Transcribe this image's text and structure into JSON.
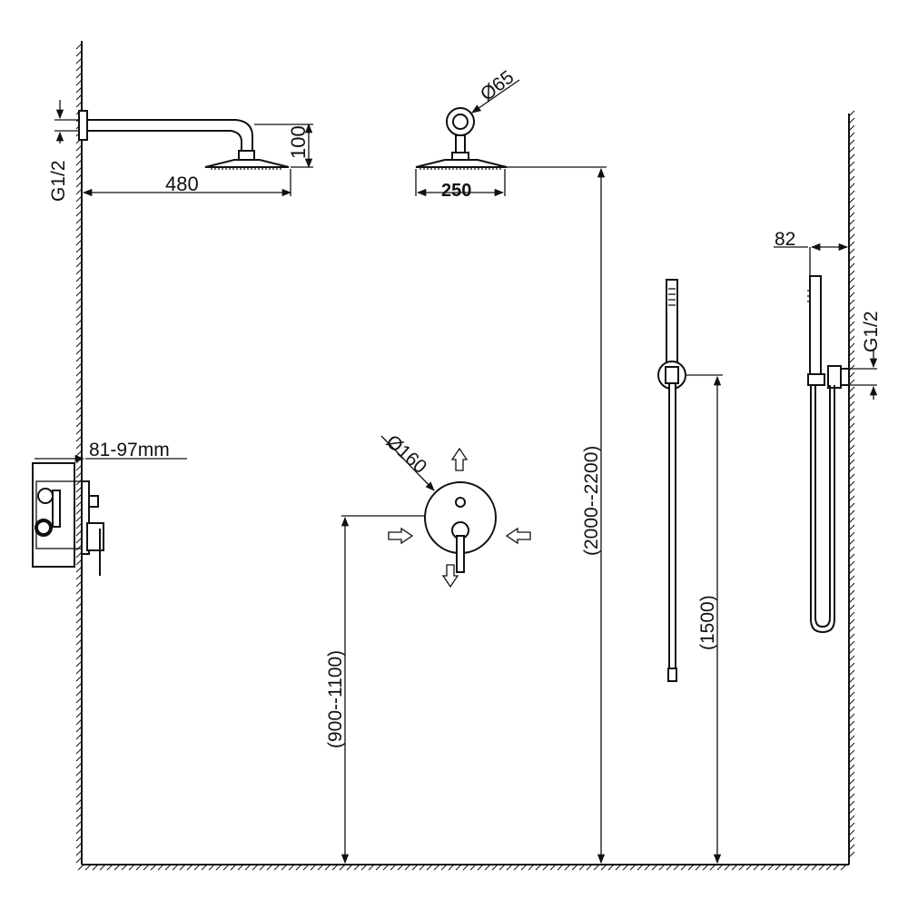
{
  "drawing": {
    "dimensions": {
      "arm_length": "480",
      "arm_drop": "100",
      "wall_thread_left": "G1/2",
      "head_diameter": "250",
      "arm_flange_diameter": "Ø65",
      "head_height": "(2000--2200)",
      "valve_diameter": "Ø160",
      "valve_height": "(900--1100)",
      "valve_depth": "81-97mm",
      "hand_shower_height": "(1500)",
      "bracket_offset": "82",
      "wall_thread_right": "G1/2"
    }
  }
}
